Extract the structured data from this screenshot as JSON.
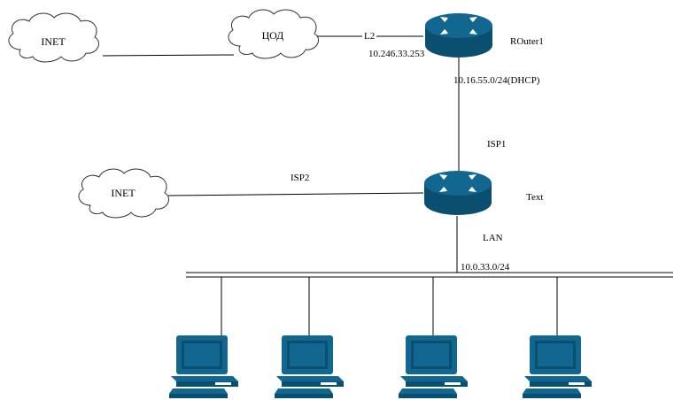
{
  "clouds": {
    "inet_top": "INET",
    "cod": "ЦОД",
    "inet_left": "INET"
  },
  "routers": {
    "router1": "ROuter1",
    "text": "Text"
  },
  "links": {
    "l2": "L2",
    "router1_ip": "10.246.33.253",
    "dhcp_net": "10.16.55.0/24(DHCP)",
    "isp1": "ISP1",
    "isp2": "ISP2",
    "lan": "LAN",
    "lan_net": "10.0.33.0/24"
  },
  "colors": {
    "device_blue": "#11678f",
    "device_dark": "#0b4f70",
    "line": "#000000",
    "cloud_stroke": "#333333"
  },
  "icons": {
    "cloud": "cloud-icon",
    "router": "router-icon",
    "workstation": "workstation-icon"
  }
}
